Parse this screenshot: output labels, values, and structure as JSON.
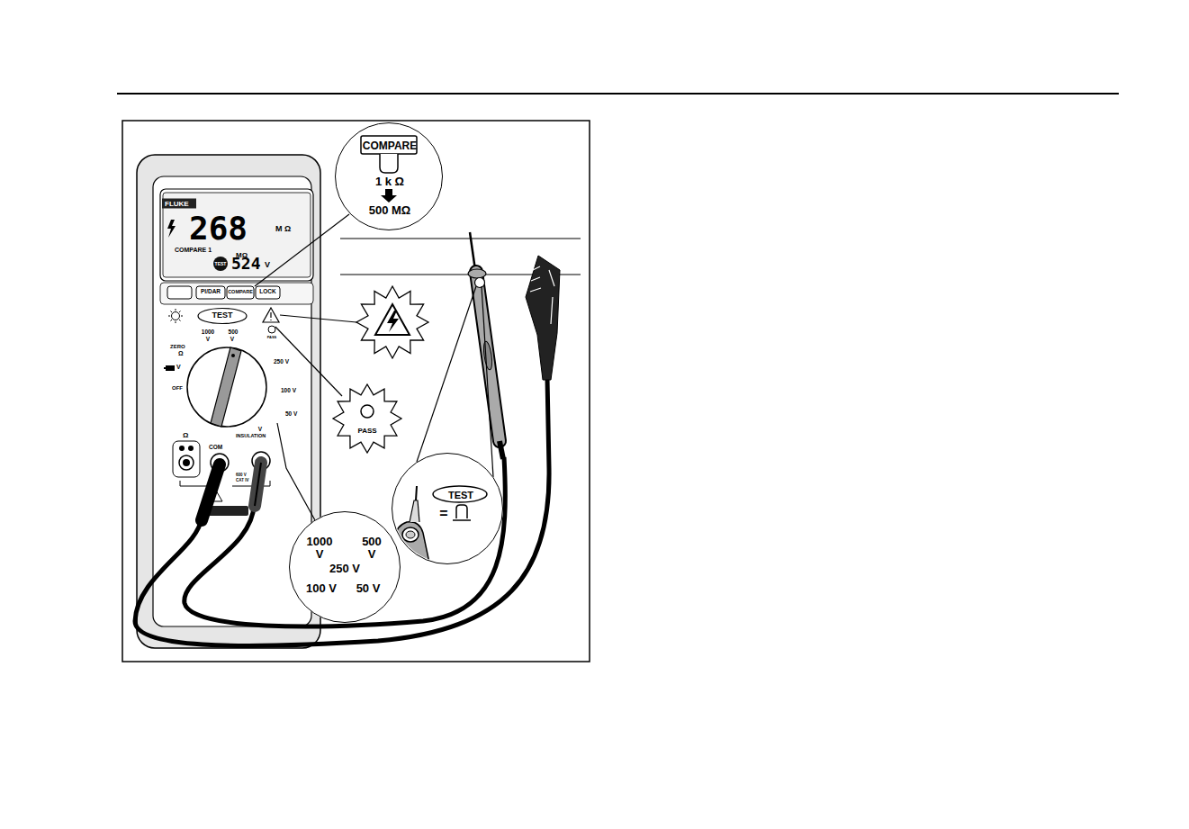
{
  "diagram": {
    "nodes": [
      {
        "text": [
          "COMPARE",
          "1 k Ω",
          "500 MΩ"
        ]
      },
      {
        "text": [
          "PASS"
        ]
      },
      {
        "text": [
          "TEST",
          "="
        ]
      },
      {
        "text": [
          "1000 V",
          "500 V",
          "250 V",
          "100 V",
          "50 V"
        ]
      }
    ],
    "labels": [
      "FLUKE",
      "268",
      "M Ω",
      "COMPARE 1",
      "MΩ",
      "TEST",
      "524",
      "V",
      "PI/DAR",
      "COMPARE",
      "LOCK",
      "TEST",
      "1000",
      "V",
      "500",
      "V",
      "PASS",
      "ZERO",
      "Ω",
      "250 V",
      "V",
      "OFF",
      "100 V",
      "50 V",
      "V",
      "INSULATION",
      "Ω",
      "COM",
      "600 V",
      "CAT IV"
    ]
  }
}
